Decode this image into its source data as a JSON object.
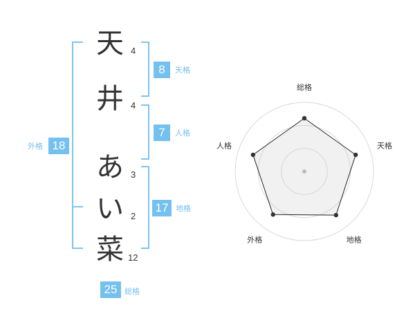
{
  "name_chars": [
    {
      "char": "天",
      "strokes": "4"
    },
    {
      "char": "井",
      "strokes": "4"
    },
    {
      "char": "あ",
      "strokes": "3"
    },
    {
      "char": "い",
      "strokes": "2"
    },
    {
      "char": "菜",
      "strokes": "12"
    }
  ],
  "fortune": {
    "tenkaku": {
      "value": "8",
      "label": "天格"
    },
    "jinkaku": {
      "value": "7",
      "label": "人格"
    },
    "chikaku": {
      "value": "17",
      "label": "地格"
    },
    "gaikaku": {
      "value": "18",
      "label": "外格"
    },
    "soukaku": {
      "value": "25",
      "label": "総格"
    }
  },
  "colors": {
    "accent": "#74c0ee",
    "bracket": "#7ec3ef",
    "text": "#333333"
  },
  "chart_data": {
    "type": "radar",
    "axes": [
      "総格",
      "天格",
      "地格",
      "外格",
      "人格"
    ],
    "values": [
      0.77,
      0.78,
      0.78,
      0.77,
      0.78
    ],
    "max": 1,
    "rings": 3
  }
}
